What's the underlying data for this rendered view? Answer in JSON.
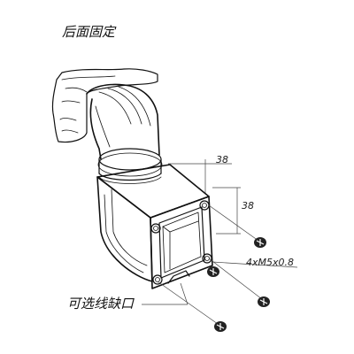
{
  "title": "后面固定",
  "callout_label": "可选线缺口",
  "dimensions": {
    "width": "38",
    "height": "38",
    "screws": "4xM5x0.8"
  },
  "colors": {
    "ink": "#111111",
    "background": "#ffffff",
    "screw_fill": "#222222"
  },
  "icons": [
    "screw-icon"
  ]
}
